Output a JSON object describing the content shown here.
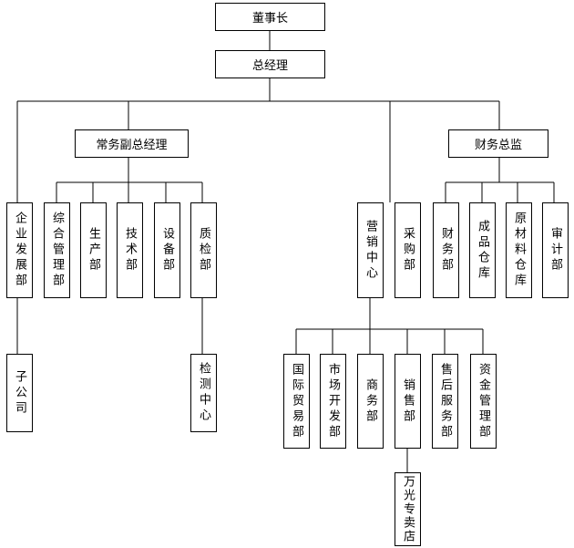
{
  "org_chart": {
    "chairman": "董事长",
    "general_manager": "总经理",
    "executive_vp": "常务副总经理",
    "cfo": "财务总监",
    "enterprise_dev": "企业发展部",
    "subsidiary": "子公司",
    "general_mgmt": "综合管理部",
    "production": "生产部",
    "technology": "技术部",
    "equipment": "设备部",
    "quality": "质检部",
    "testing_center": "检测中心",
    "marketing_center": "营销中心",
    "procurement": "采购部",
    "finance": "财务部",
    "finished_goods": "成品仓库",
    "raw_materials": "原材料仓库",
    "audit": "审计部",
    "intl_trade": "国际贸易部",
    "market_dev": "市场开发部",
    "business": "商务部",
    "sales": "销售部",
    "after_sales": "售后服务部",
    "funds_mgmt": "资金管理部",
    "wanguang_store": "万光专卖店"
  }
}
